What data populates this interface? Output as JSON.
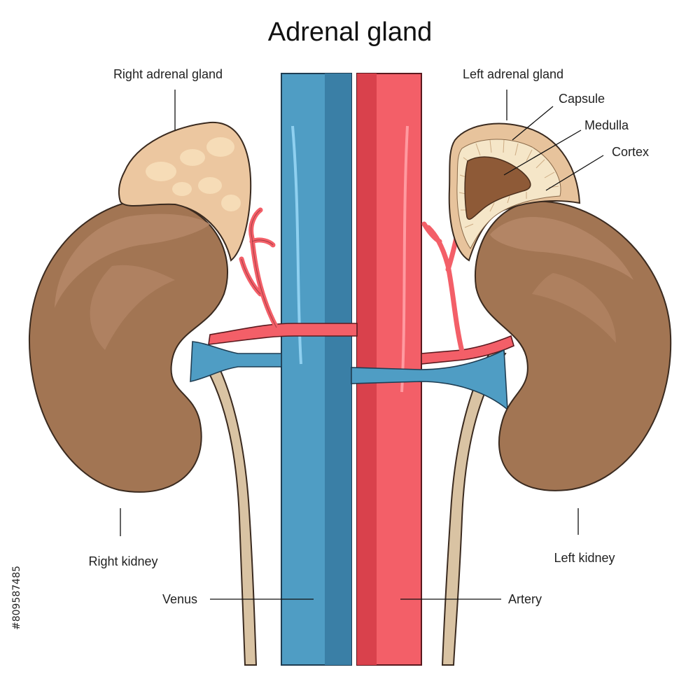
{
  "title": "Adrenal gland",
  "labels": {
    "right_adrenal_gland": "Right adrenal gland",
    "left_adrenal_gland": "Left adrenal gland",
    "capsule": "Capsule",
    "medulla": "Medulla",
    "cortex": "Cortex",
    "right_kidney": "Right kidney",
    "left_kidney": "Left kidney",
    "venus": "Venus",
    "artery": "Artery"
  },
  "stock_id": "#809587485",
  "colors": {
    "kidney": "#a27553",
    "kidney_highlight": "#b8896a",
    "gland": "#ecc7a0",
    "gland_spots": "#f6dcb7",
    "capsule": "#e7c39c",
    "cortex": "#f5e6c8",
    "medulla": "#8e5a37",
    "vein": "#4f9dc4",
    "vein_dark": "#3a7fa6",
    "artery": "#f35f68",
    "artery_dark": "#d9414c",
    "ureter": "#d9c3a3"
  },
  "icons": [
    "right-kidney-icon",
    "left-kidney-icon",
    "right-adrenal-gland-icon",
    "left-adrenal-gland-icon",
    "vena-cava-icon",
    "aorta-icon",
    "renal-vein-icon",
    "renal-artery-icon",
    "ureter-icon"
  ]
}
